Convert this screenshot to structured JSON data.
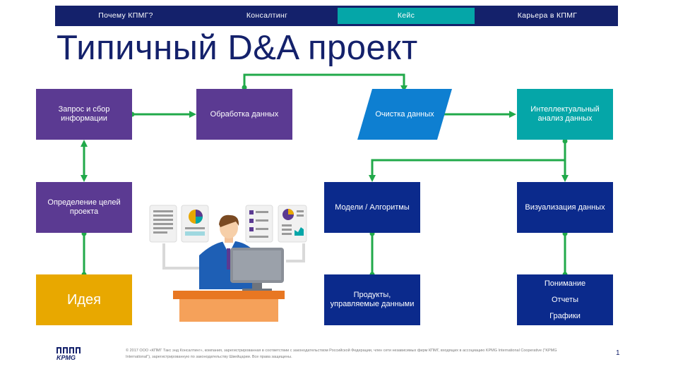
{
  "nav": {
    "items": [
      "Почему КПМГ?",
      "Консалтинг",
      "Кейс",
      "Карьера в КПМГ"
    ],
    "active_index": 2
  },
  "title": "Типичный D&A проект",
  "boxes": {
    "request": "Запрос и сбор информации",
    "processing": "Обработка данных",
    "cleaning": "Очистка данных",
    "mining": "Интеллектуальный анализ данных",
    "goals": "Определение целей проекта",
    "models": "Модели / Алгоритмы",
    "visualization": "Визуализация данных",
    "idea": "Идея",
    "products": "Продукты, управляемые данными",
    "insight": [
      "Понимание",
      "Отчеты",
      "Графики"
    ]
  },
  "footer": "© 2017 ООО «КПМГ Такс энд Консалтинг», компания, зарегистрированная в соответствии с законодательством Российской Федерации, член сети независимых фирм КПМГ, входящих в ассоциацию KPMG International Cooperative (\"KPMG International\"), зарегистрированную по законодательству Швейцарии. Все права защищены.",
  "page_number": "1",
  "logo_text": "KPMG",
  "colors": {
    "navy": "#14216b",
    "teal": "#05a6a8",
    "purple": "#5b3a92",
    "box_navy": "#0b2a8c",
    "gold": "#e8a800",
    "connector": "#21a94a"
  }
}
